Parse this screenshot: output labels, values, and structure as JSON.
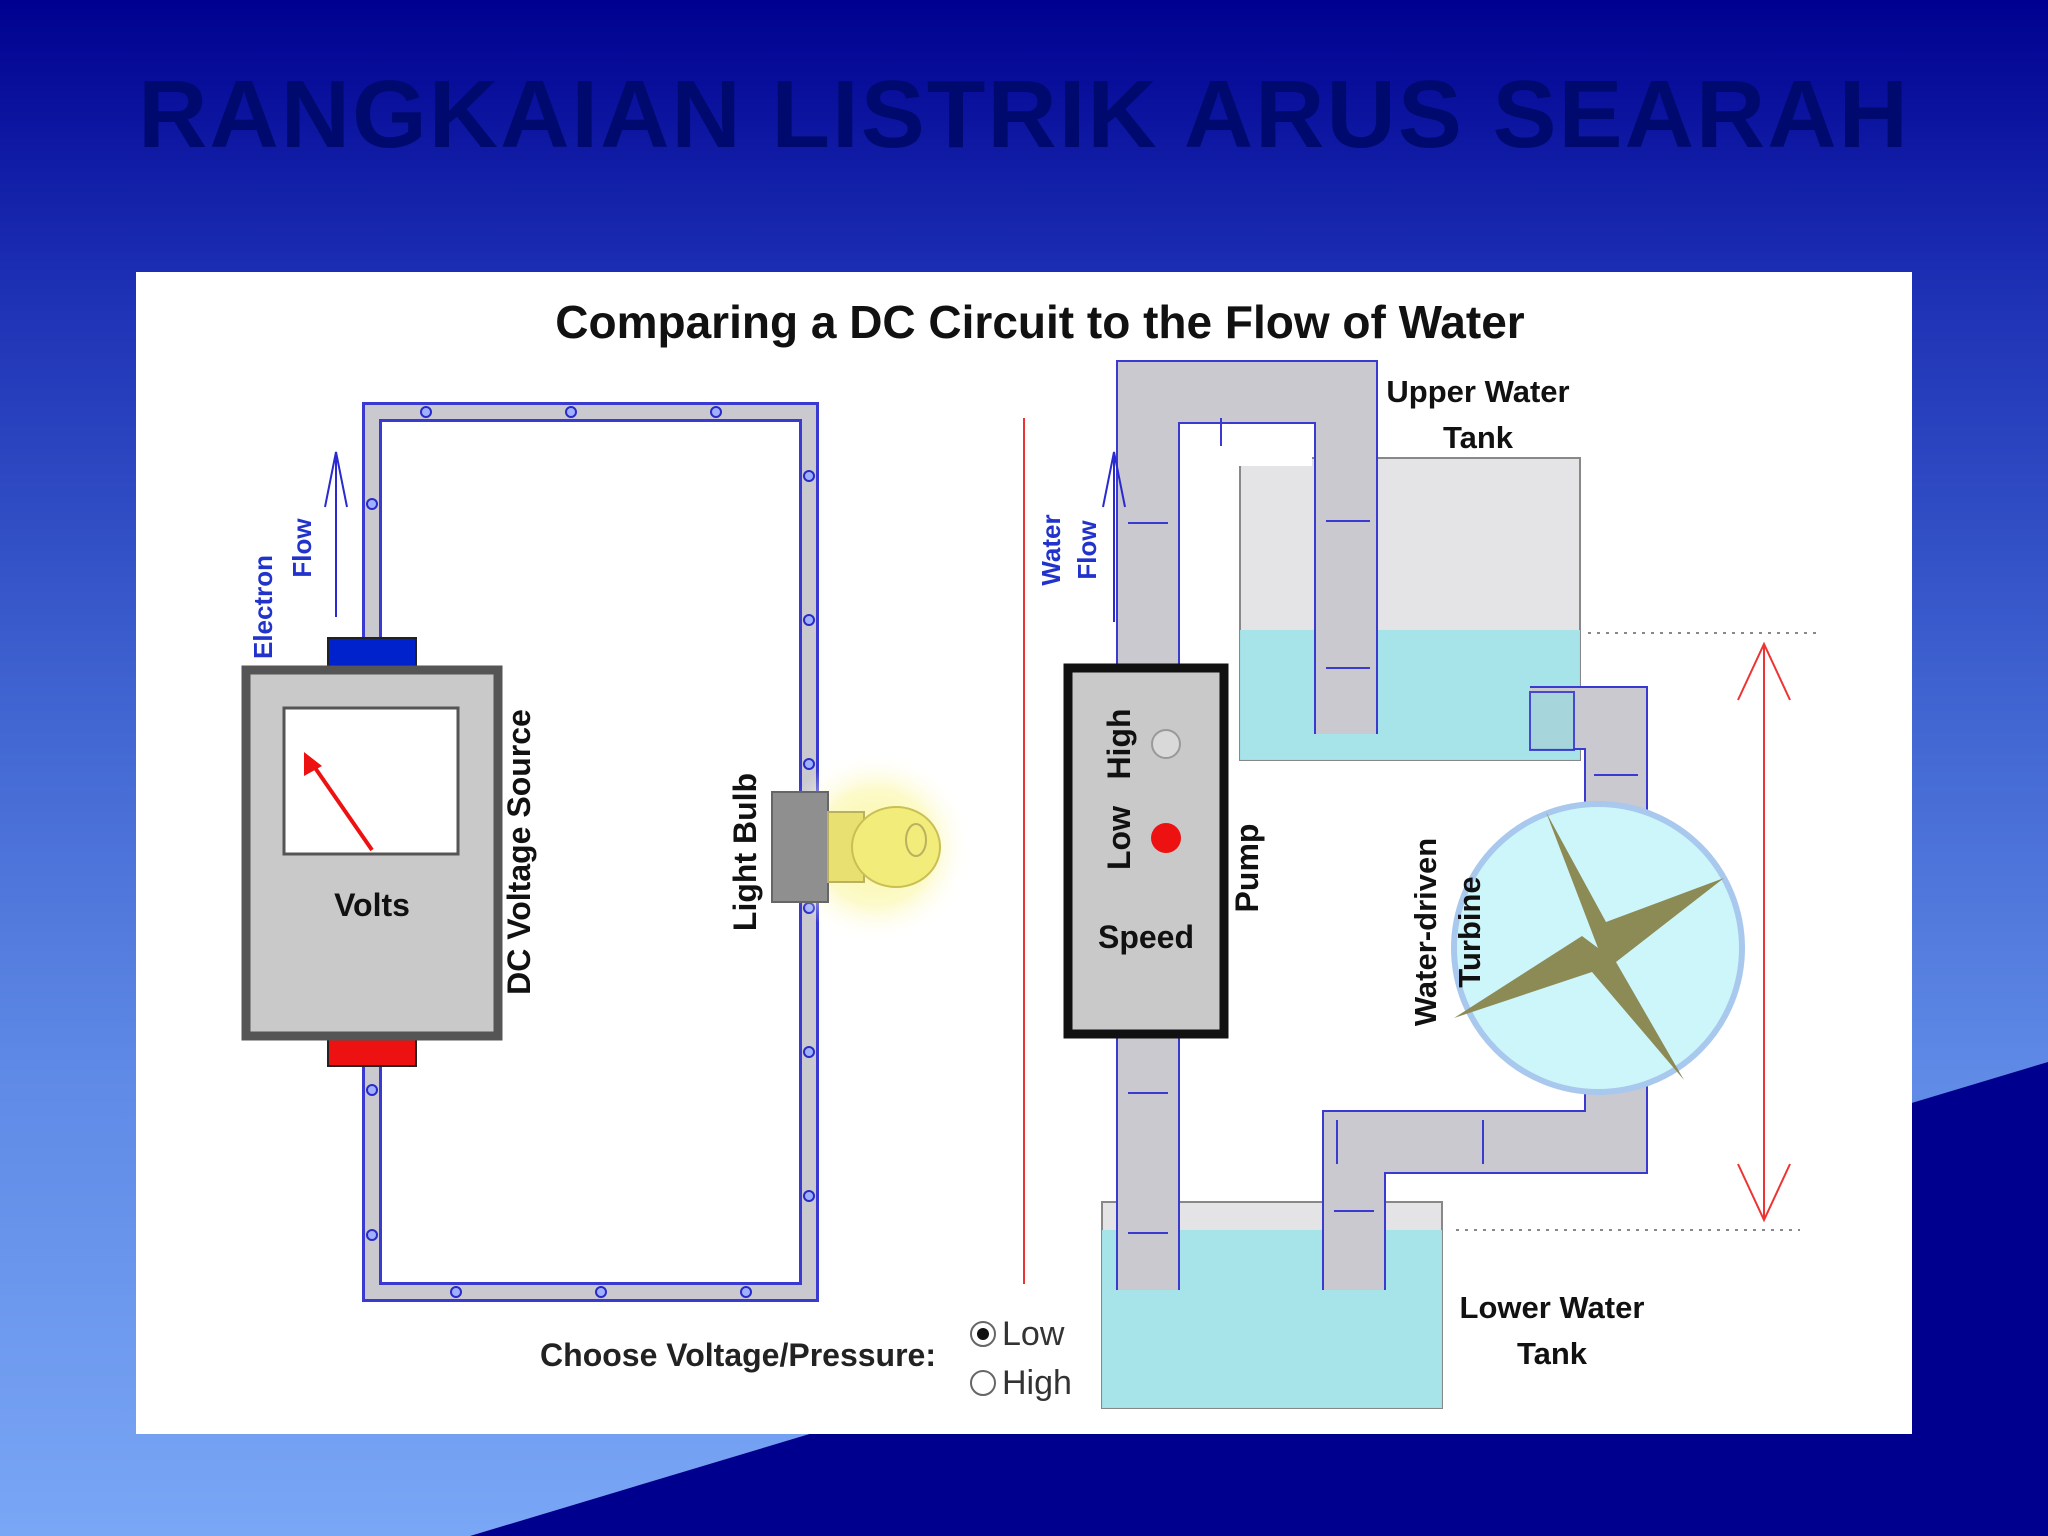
{
  "slide": {
    "title": "RANGKAIAN LISTRIK ARUS SEARAH"
  },
  "diagram": {
    "title": "Comparing a DC Circuit to the Flow of Water",
    "electric": {
      "flow_label_line1": "Electron",
      "flow_label_line2": "Flow",
      "meter_label": "Volts",
      "source_label": "DC Voltage Source",
      "bulb_label": "Light Bulb"
    },
    "water": {
      "flow_label_line1": "Water",
      "flow_label_line2": "Flow",
      "upper_tank_line1": "Upper Water",
      "upper_tank_line2": "Tank",
      "lower_tank_line1": "Lower Water",
      "lower_tank_line2": "Tank",
      "pump_label": "Pump",
      "speed_label": "Speed",
      "speed_low": "Low",
      "speed_high": "High",
      "turbine_line1": "Water-driven",
      "turbine_line2": "Turbine"
    },
    "controls": {
      "choose_label": "Choose Voltage/Pressure:",
      "options": [
        "Low",
        "High"
      ],
      "selected": "Low"
    }
  },
  "colors": {
    "slide_bg_top": "#00008f",
    "slide_title": "#000a6e",
    "wire_blue": "#3333cc",
    "flow_text_blue": "#2233cc",
    "terminal_blue": "#0022cc",
    "terminal_red": "#ee1111",
    "pipe_gray": "#c8c8cc",
    "water": "#a3e4ea",
    "arrow_red": "#ee3333",
    "turbine_blade": "#8c8a55",
    "bulb_yellow": "#f2ec7a"
  }
}
